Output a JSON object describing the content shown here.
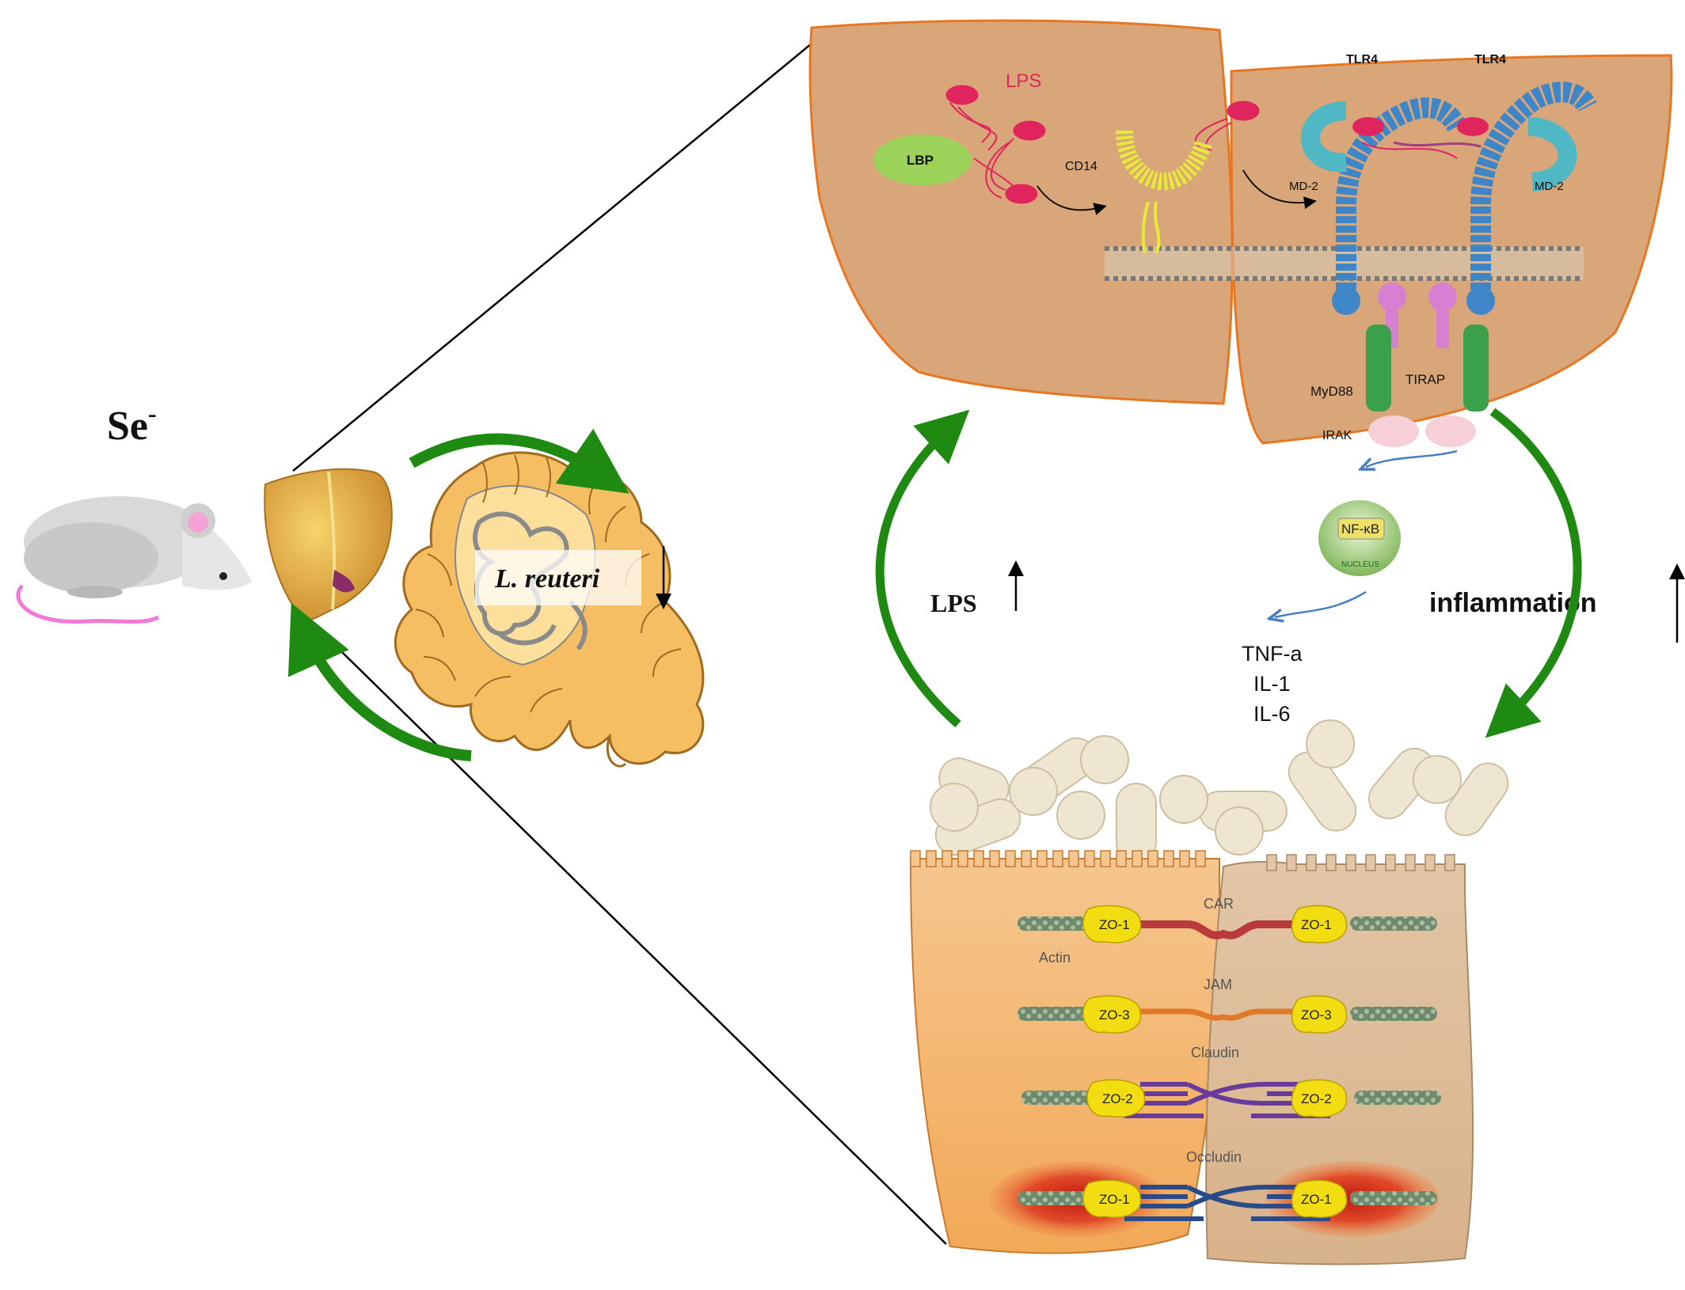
{
  "labels": {
    "selenium": "Se",
    "selenium_charge": "-",
    "lps_top": "LPS",
    "lbp": "LBP",
    "cd14": "CD14",
    "tlr4_left": "TLR4",
    "tlr4_right": "TLR4",
    "md2_left": "MD-2",
    "md2_right": "MD-2",
    "myd88": "MyD88",
    "tirap": "TIRAP",
    "irak": "IRAK",
    "nfkb": "NF-κB",
    "nucleus": "NUCLEUS",
    "tnf": "TNF-a",
    "il1": "IL-1",
    "il6": "IL-6",
    "lps_increase": "LPS",
    "inflammation": "inflammation",
    "l_reuteri": "L. reuteri",
    "car": "CAR",
    "jam": "JAM",
    "claudin": "Claudin",
    "occludin": "Occludin",
    "actin": "Actin",
    "zo1_a": "ZO-1",
    "zo1_b": "ZO-1",
    "zo3_a": "ZO-3",
    "zo3_b": "ZO-3",
    "zo2_a": "ZO-2",
    "zo2_b": "ZO-2",
    "zo1_c": "ZO-1",
    "zo1_d": "ZO-1"
  },
  "colors": {
    "liver_tissue": "#d9a67a",
    "liver_border": "#e87722",
    "arrow_green": "#1f8a12",
    "lps_red": "#e0245e",
    "tlr4_blue": "#3f86c9",
    "md2_teal": "#4fb8c4",
    "myd88_green": "#3aa04a",
    "tirap_pink": "#d77fd0",
    "zo_yellow": "#f2dc12",
    "intestine_orange": "#f6be62"
  },
  "icons": [
    "mouse-icon",
    "liver-icon",
    "intestine-icon",
    "bacteria-cluster"
  ]
}
